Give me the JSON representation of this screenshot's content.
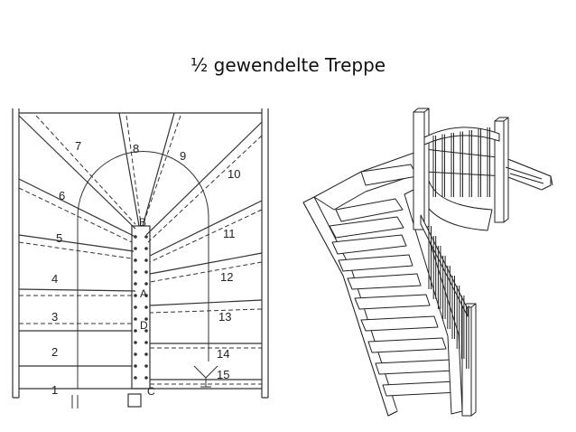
{
  "title": "½ gewendelte Treppe",
  "plan": {
    "step_numbers": [
      "1",
      "2",
      "3",
      "4",
      "5",
      "6",
      "7",
      "8",
      "9",
      "10",
      "11",
      "12",
      "13",
      "14",
      "15"
    ],
    "point_labels": {
      "b": "B",
      "a": "A",
      "d": "D",
      "c": "C"
    },
    "stroke_color": "#333333"
  },
  "isometric": {
    "stroke_color": "#222222"
  }
}
